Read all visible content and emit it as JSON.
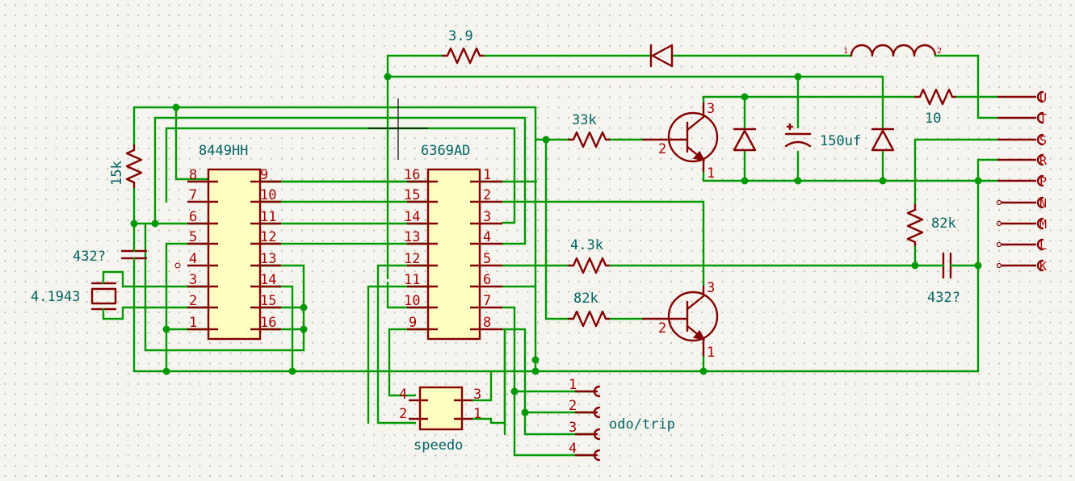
{
  "ics": {
    "left": {
      "name": "8449HH",
      "left_pins": [
        "8",
        "7",
        "6",
        "5",
        "4",
        "3",
        "2",
        "1"
      ],
      "right_pins": [
        "9",
        "10",
        "11",
        "12",
        "13",
        "14",
        "15",
        "16"
      ]
    },
    "right": {
      "name": "6369AD",
      "left_pins": [
        "16",
        "15",
        "14",
        "13",
        "12",
        "11",
        "10",
        "9"
      ],
      "right_pins": [
        "1",
        "2",
        "3",
        "4",
        "5",
        "6",
        "7",
        "8"
      ]
    }
  },
  "speedo": {
    "name": "speedo",
    "pins": [
      "4",
      "3",
      "2",
      "1"
    ]
  },
  "components": {
    "r_top": "3.9",
    "r_33k": "33k",
    "r_15k": "15k",
    "r_10": "10",
    "r_43k": "4.3k",
    "r_82k_bottom": "82k",
    "r_82k_right": "82k",
    "cap_left": "432?",
    "cap_right": "432?",
    "crystal": "4.1943",
    "cap_150": "150uf",
    "ind_pin1": "1",
    "ind_pin2": "2"
  },
  "transistor_pins": [
    "3",
    "2",
    "1"
  ],
  "connector_right": [
    "U",
    "T",
    "S",
    "R",
    "P",
    "N",
    "M",
    "L",
    "K"
  ],
  "odo_trip": {
    "label": "odo/trip",
    "pins": [
      "1",
      "2",
      "3",
      "4"
    ]
  }
}
